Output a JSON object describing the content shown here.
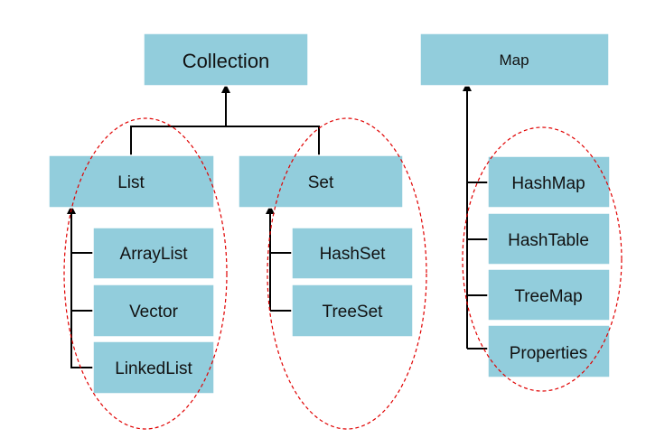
{
  "colors": {
    "box_fill": "#92CDDC",
    "connector": "#000000",
    "grouping_ellipse": "#E00000"
  },
  "nodes": {
    "collection": "Collection",
    "map": "Map",
    "list": "List",
    "set": "Set",
    "arraylist": "ArrayList",
    "vector": "Vector",
    "linkedlist": "LinkedList",
    "hashset": "HashSet",
    "treeset": "TreeSet",
    "hashmap": "HashMap",
    "hashtable": "HashTable",
    "treemap": "TreeMap",
    "properties": "Properties"
  }
}
